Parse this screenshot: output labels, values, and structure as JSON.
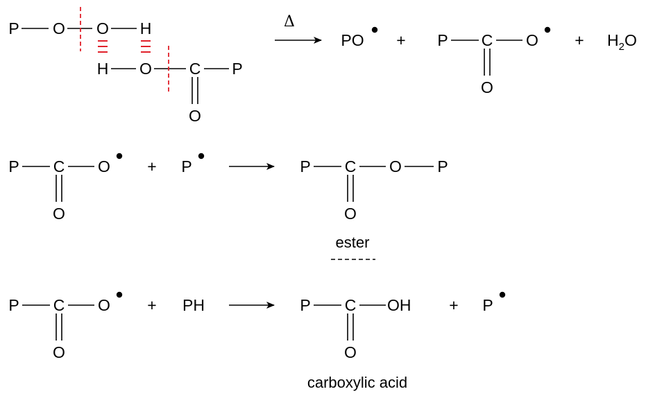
{
  "reaction1": {
    "reactant": {
      "p": "P",
      "o1": "O",
      "o2": "O",
      "h1": "H",
      "h2": "H",
      "o3": "O",
      "c": "C",
      "p2": "P",
      "o_carbonyl": "O"
    },
    "condition": "Δ",
    "products": {
      "po": "PO",
      "plus1": "+",
      "p": "P",
      "c": "C",
      "o": "O",
      "o_carbonyl": "O",
      "plus2": "+",
      "water_h": "H",
      "water_sub": "2",
      "water_o": "O"
    }
  },
  "reaction2": {
    "reactant1": {
      "p": "P",
      "c": "C",
      "o": "O",
      "o_carbonyl": "O"
    },
    "plus": "+",
    "reactant2": {
      "p": "P"
    },
    "product": {
      "p": "P",
      "c": "C",
      "o": "O",
      "p2": "P",
      "o_carbonyl": "O"
    },
    "label": "ester"
  },
  "reaction3": {
    "reactant1": {
      "p": "P",
      "c": "C",
      "o": "O",
      "o_carbonyl": "O"
    },
    "plus1": "+",
    "reactant2": {
      "ph": "PH"
    },
    "product": {
      "p": "P",
      "c": "C",
      "oh": "OH",
      "o_carbonyl": "O"
    },
    "plus2": "+",
    "byproduct": {
      "p": "P"
    },
    "label": "carboxylic acid"
  },
  "colors": {
    "ink": "#000000",
    "cleavage_marker": "#e0202a"
  }
}
